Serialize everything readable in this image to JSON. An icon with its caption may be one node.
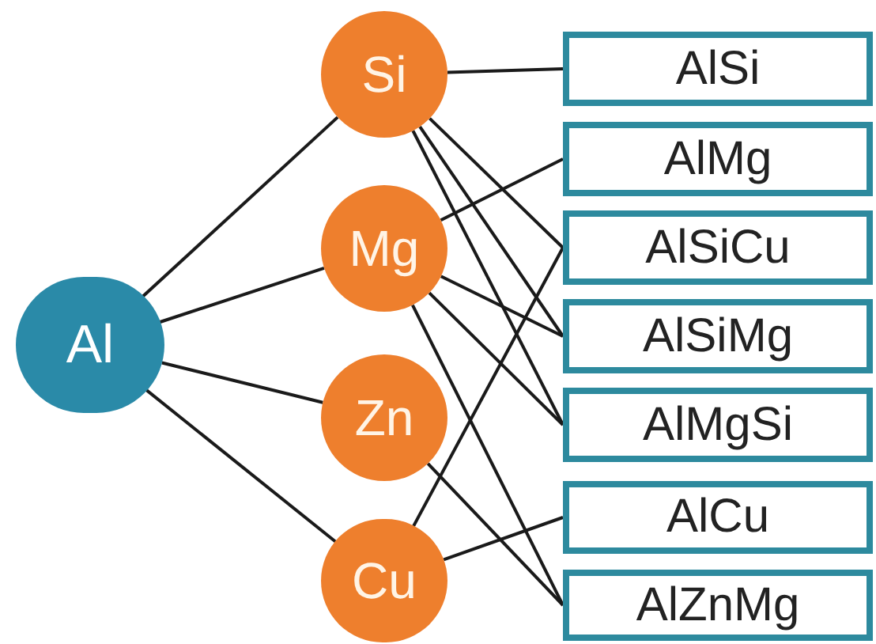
{
  "diagram": {
    "nodes": [
      {
        "text": [
          "Al"
        ]
      },
      {
        "text": [
          "Si"
        ]
      },
      {
        "text": [
          "Mg"
        ]
      },
      {
        "text": [
          "Zn"
        ]
      },
      {
        "text": [
          "Cu"
        ]
      },
      {
        "text": [
          "AlSi"
        ]
      },
      {
        "text": [
          "AlMg"
        ]
      },
      {
        "text": [
          "AlSiCu"
        ]
      },
      {
        "text": [
          "AlSiMg"
        ]
      },
      {
        "text": [
          "AlMgSi"
        ]
      },
      {
        "text": [
          "AlCu"
        ]
      },
      {
        "text": [
          "AlZnMg"
        ]
      }
    ],
    "edges": [
      {
        "from": 0,
        "to": 1,
        "arrow": "none"
      },
      {
        "from": 0,
        "to": 2,
        "arrow": "none"
      },
      {
        "from": 0,
        "to": 3,
        "arrow": "none"
      },
      {
        "from": 0,
        "to": 4,
        "arrow": "none"
      },
      {
        "from": 1,
        "to": 5,
        "arrow": "none"
      },
      {
        "from": 1,
        "to": 7,
        "arrow": "none"
      },
      {
        "from": 1,
        "to": 8,
        "arrow": "none"
      },
      {
        "from": 1,
        "to": 9,
        "arrow": "none"
      },
      {
        "from": 2,
        "to": 6,
        "arrow": "none"
      },
      {
        "from": 2,
        "to": 8,
        "arrow": "none"
      },
      {
        "from": 2,
        "to": 9,
        "arrow": "none"
      },
      {
        "from": 2,
        "to": 11,
        "arrow": "none"
      },
      {
        "from": 3,
        "to": 11,
        "arrow": "none"
      },
      {
        "from": 4,
        "to": 7,
        "arrow": "none"
      },
      {
        "from": 4,
        "to": 10,
        "arrow": "none"
      }
    ]
  }
}
